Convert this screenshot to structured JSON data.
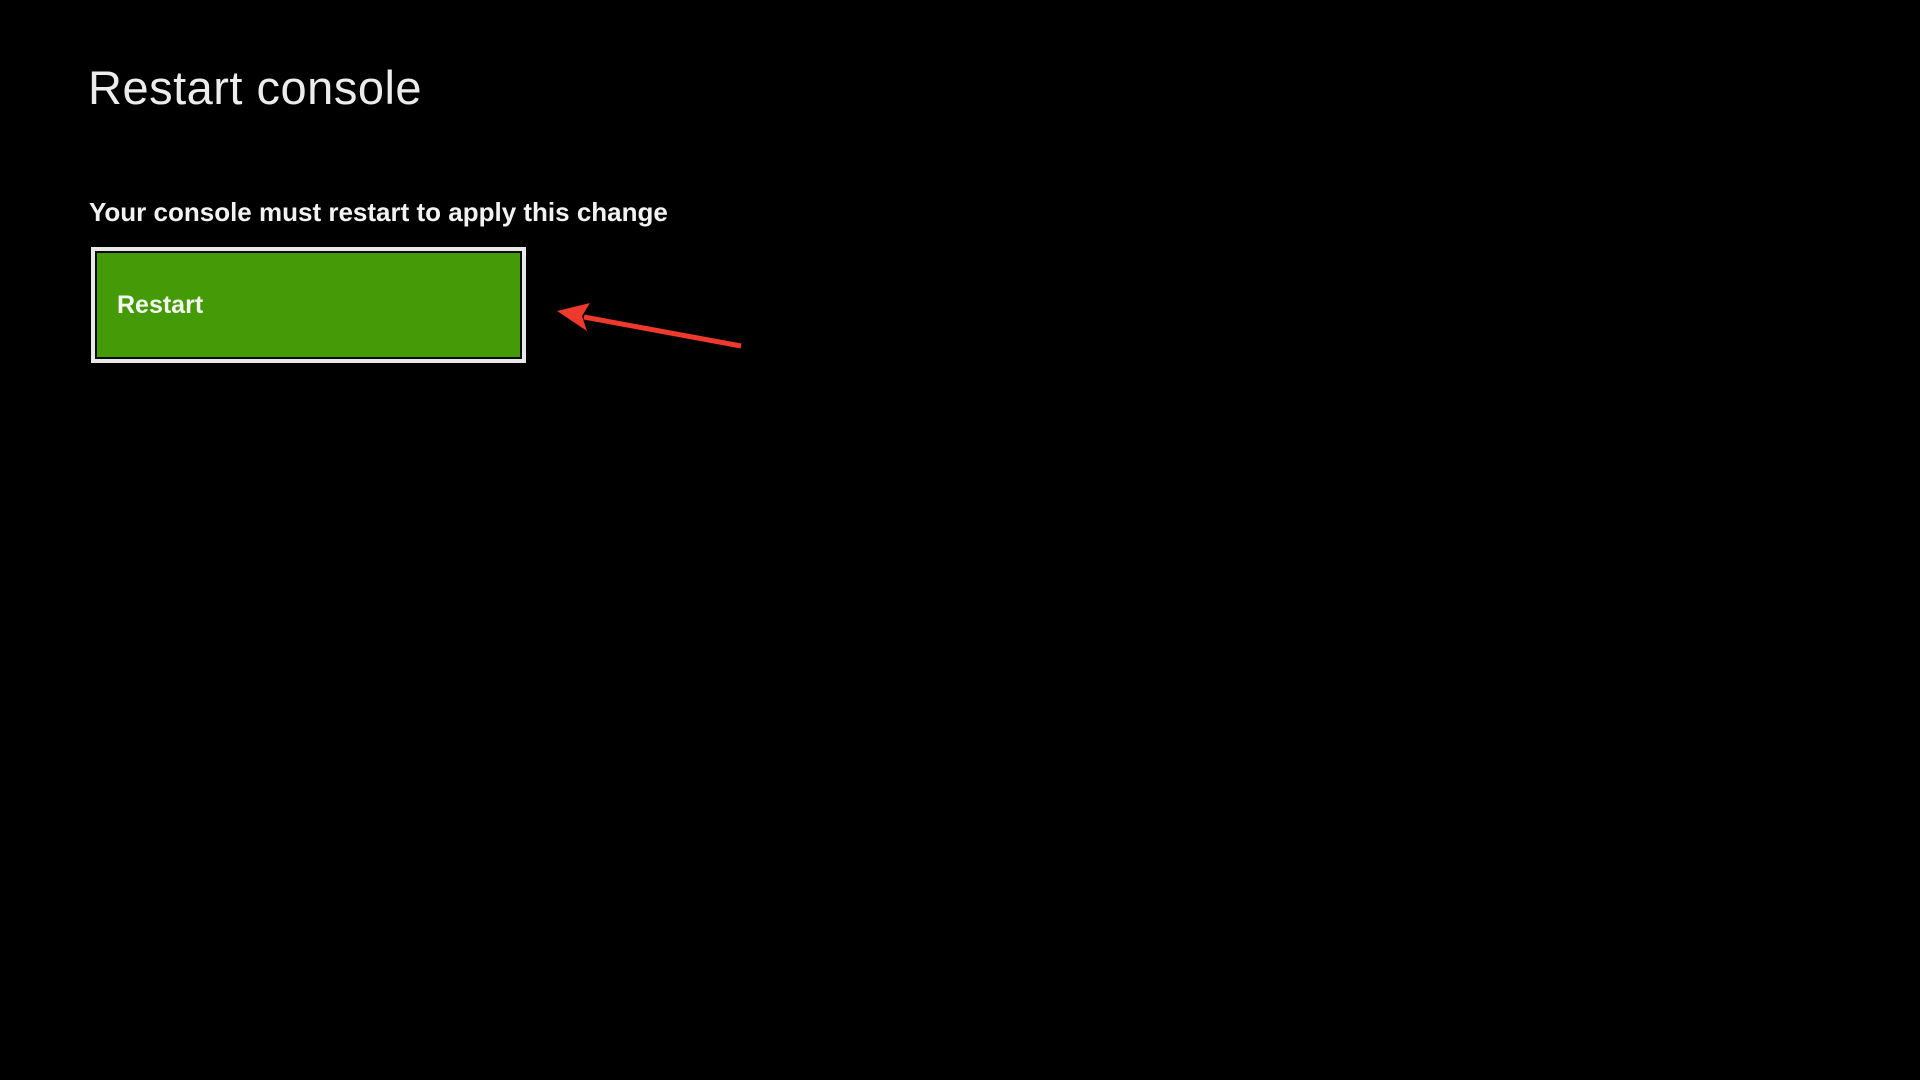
{
  "page": {
    "title": "Restart console",
    "message": "Your console must restart to apply this change"
  },
  "button": {
    "label": "Restart",
    "state": "focused"
  },
  "annotation": {
    "arrow": "red-arrow-pointing-to-restart-button"
  },
  "colors": {
    "background": "#000000",
    "button_green": "#459b07",
    "focus_ring_white": "#e9e9e9",
    "ring_gap_dark": "#0b0b0b",
    "title_text": "#ececec",
    "message_text": "#f2f2f2",
    "button_label_text": "#f4f8f1",
    "arrow_red": "#ee392d"
  }
}
